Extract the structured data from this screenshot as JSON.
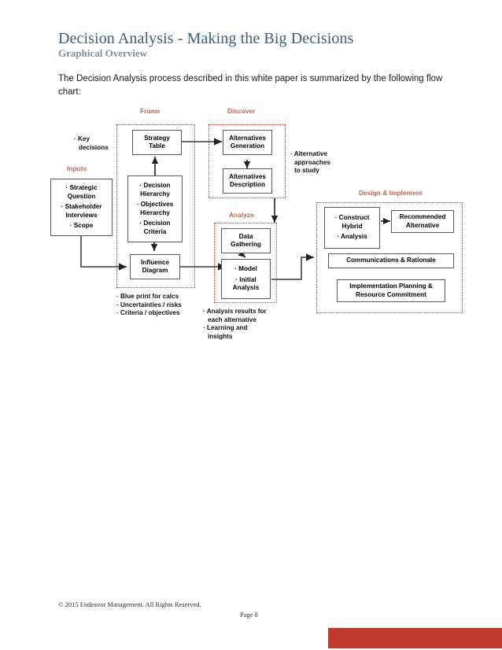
{
  "document": {
    "title": "Decision Analysis - Making the Big Decisions",
    "subtitle": "Graphical Overview",
    "intro": "The Decision Analysis process described in this white paper is summarized by the following flow chart:"
  },
  "colors": {
    "title": "#3f5c7a",
    "subtitle": "#7a8fa6",
    "stage_label": "#c0654f",
    "stage_border": "#c0392b",
    "footer_bar": "#c0392b",
    "node_border": "#595959"
  },
  "flowchart": {
    "stages": [
      {
        "id": "frame",
        "label": "Frame"
      },
      {
        "id": "discover",
        "label": "Discover"
      },
      {
        "id": "analyze",
        "label": "Analyze"
      },
      {
        "id": "design_implement",
        "label": "Design & Implement"
      }
    ],
    "groups": [
      {
        "id": "inputs",
        "label": "Inputs"
      }
    ],
    "nodes": {
      "inputs": {
        "bullets": [
          "Strategic Question",
          "Stakeholder Interviews",
          "Scope"
        ]
      },
      "strategy_table": {
        "lines": [
          "Strategy",
          "Table"
        ]
      },
      "hierarchy": {
        "bullets": [
          "Decision Hierarchy",
          "Objectives Hierarchy",
          "Decision Criteria"
        ]
      },
      "influence_diagram": {
        "lines": [
          "Influence",
          "Diagram"
        ]
      },
      "alternatives_generation": {
        "lines": [
          "Alternatives",
          "Generation"
        ]
      },
      "alternatives_description": {
        "lines": [
          "Alternatives",
          "Description"
        ]
      },
      "data_gathering": {
        "lines": [
          "Data",
          "Gathering"
        ]
      },
      "model_initial_analysis": {
        "bullets": [
          "Model",
          "Initial Analysis"
        ]
      },
      "construct_hybrid": {
        "bullets": [
          "Construct Hybrid",
          "Analysis"
        ]
      },
      "recommended_alternative": {
        "lines": [
          "Recommended",
          "Alternative"
        ]
      },
      "communications_rationale": {
        "lines": [
          "Communications & Rationale"
        ]
      },
      "implementation_planning": {
        "lines": [
          "Implementation Planning &",
          "Resource Commitment"
        ]
      }
    },
    "notes": {
      "key_decisions": [
        "· Key",
        "decisions"
      ],
      "alternative_approaches": [
        "· Alternative",
        "approaches",
        "to study"
      ],
      "frame_outputs": [
        "· Blue print for calcs",
        "· Uncertainties / risks",
        "· Criteria / objectives"
      ],
      "analyze_outputs": [
        "· Analysis results for",
        "each alternative",
        "· Learning and",
        "insights"
      ]
    }
  },
  "footer": {
    "copyright": "© 2015 Endeavor Management. All Rights Reserved.",
    "page": "Page 8"
  }
}
